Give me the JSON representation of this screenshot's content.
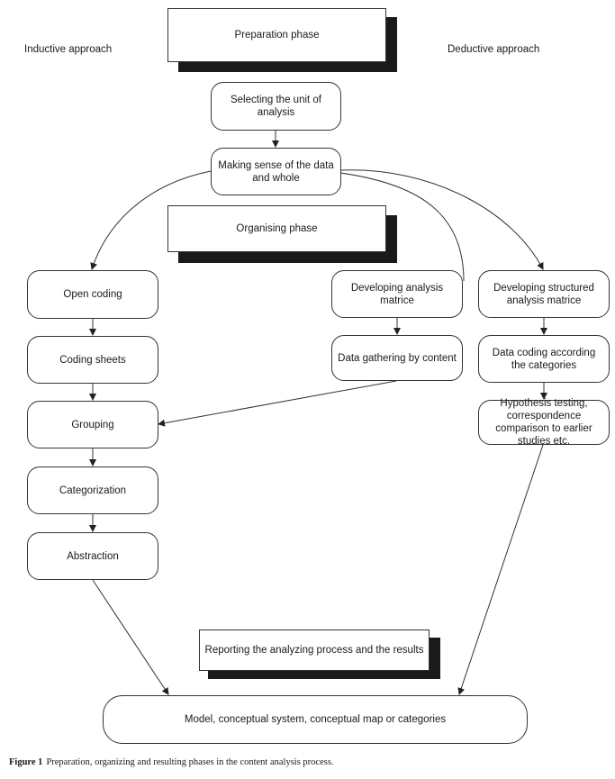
{
  "approaches": {
    "inductive": "Inductive approach",
    "deductive": "Deductive approach"
  },
  "phases": {
    "preparation": "Preparation phase",
    "organising": "Organising phase",
    "reporting": "Reporting the analyzing process and the results"
  },
  "nodes": {
    "selecting_unit": "Selecting the unit of analysis",
    "making_sense": "Making sense of the data and whole",
    "open_coding": "Open coding",
    "coding_sheets": "Coding sheets",
    "grouping": "Grouping",
    "categorization": "Categorization",
    "abstraction": "Abstraction",
    "developing_analysis_matrice": "Developing  analysis matrice",
    "data_gathering": "Data gathering by content",
    "developing_structured": "Developing structured analysis matrice",
    "data_coding": "Data coding according the categories",
    "hypothesis_testing": "Hypothesis testing, correspondence comparison to earlier studies etc.",
    "model": "Model, conceptual system, conceptual map or categories"
  },
  "caption": {
    "label": "Figure 1",
    "text": "Preparation, organizing and resulting phases in the content analysis process."
  }
}
